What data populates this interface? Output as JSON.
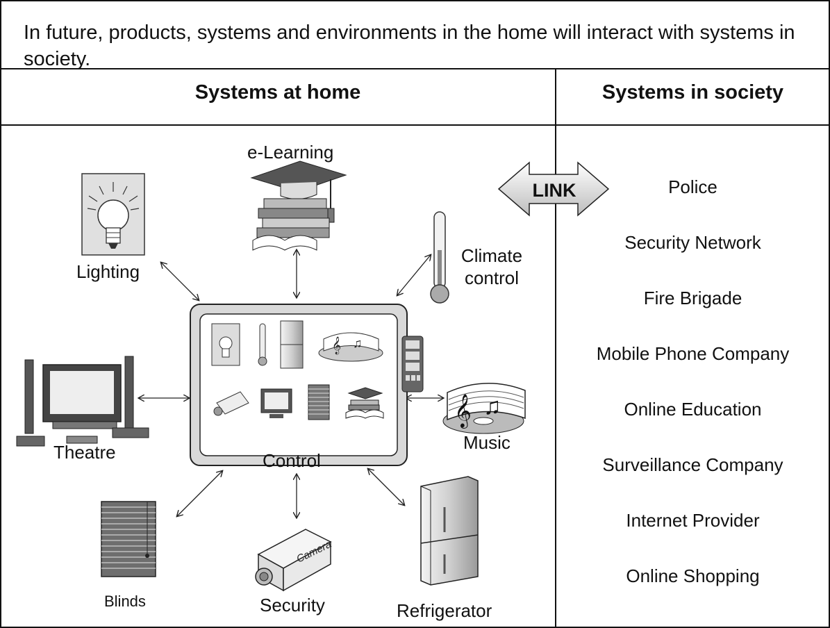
{
  "intro": "In future, products, systems and environments in the home will interact with systems in society.",
  "headers": {
    "home": "Systems at home",
    "society": "Systems in society"
  },
  "link_label": "LINK",
  "home_items": {
    "elearning": "e-Learning",
    "lighting": "Lighting",
    "climate": "Climate control",
    "theatre": "Theatre",
    "music": "Music",
    "control": "Control",
    "blinds": "Blinds",
    "security": "Security",
    "refrigerator": "Refrigerator"
  },
  "camera_text": "Camera",
  "society_items": [
    "Police",
    "Security Network",
    "Fire Brigade",
    "Mobile Phone Company",
    "Online Education",
    "Surveillance Company",
    "Internet Provider",
    "Online Shopping"
  ]
}
